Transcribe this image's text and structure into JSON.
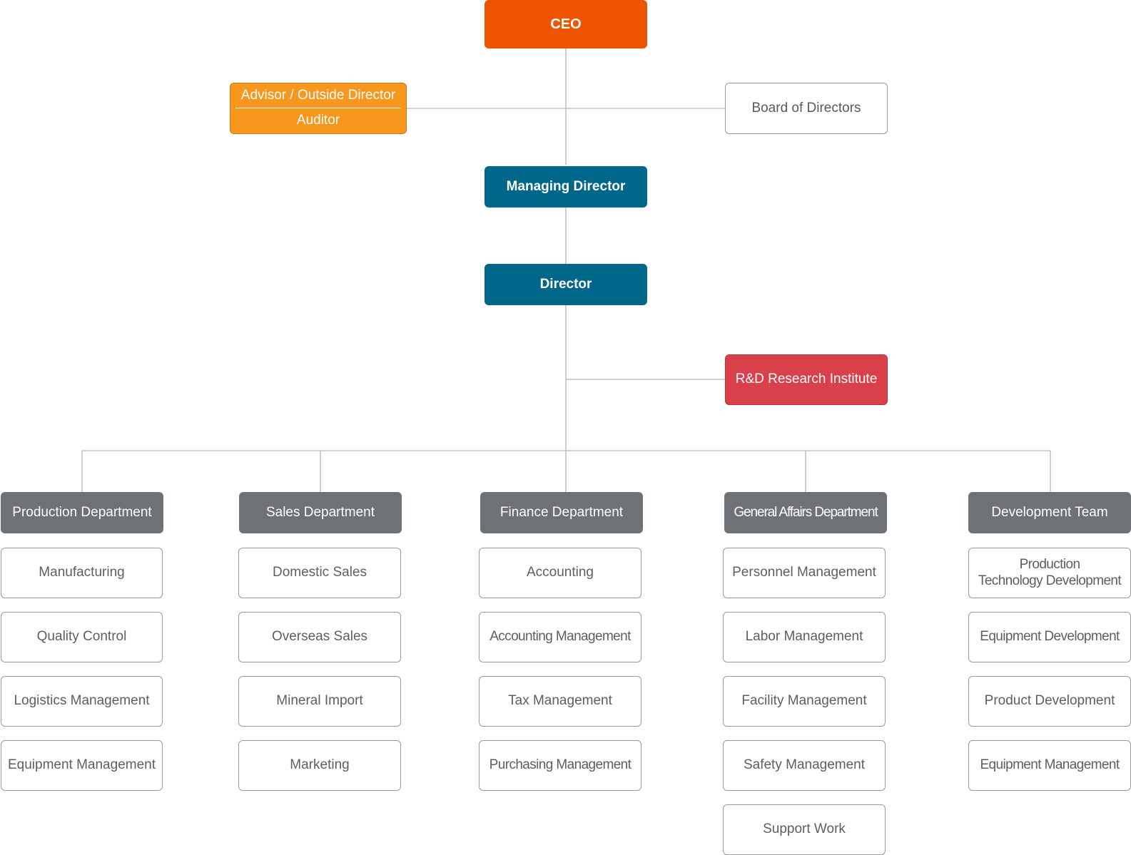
{
  "org": {
    "ceo": "CEO",
    "advisor": {
      "line1": "Advisor / Outside Director",
      "line2": "Auditor"
    },
    "board": "Board of Directors",
    "managing_director": "Managing Director",
    "director": "Director",
    "rnd": "R&D Research Institute",
    "departments": [
      {
        "name": "Production Department",
        "units": [
          "Manufacturing",
          "Quality Control",
          "Logistics Management",
          "Equipment Management"
        ]
      },
      {
        "name": "Sales Department",
        "units": [
          "Domestic Sales",
          "Overseas Sales",
          "Mineral Import",
          "Marketing"
        ]
      },
      {
        "name": "Finance Department",
        "units": [
          "Accounting",
          "Accounting Management",
          "Tax Management",
          "Purchasing Management"
        ]
      },
      {
        "name": "General Affairs Department",
        "units": [
          "Personnel Management",
          "Labor Management",
          "Facility Management",
          "Safety Management",
          "Support Work"
        ]
      },
      {
        "name": "Development Team",
        "units": [
          "Production\nTechnology Development",
          "Equipment Development",
          "Product Development",
          "Equipment Management"
        ]
      }
    ]
  },
  "colors": {
    "ceo": "#ee5400",
    "advisor": "#f7971e",
    "executive": "#00668a",
    "rnd": "#d94049",
    "department": "#6e7175",
    "connector": "#b5b5b5"
  }
}
